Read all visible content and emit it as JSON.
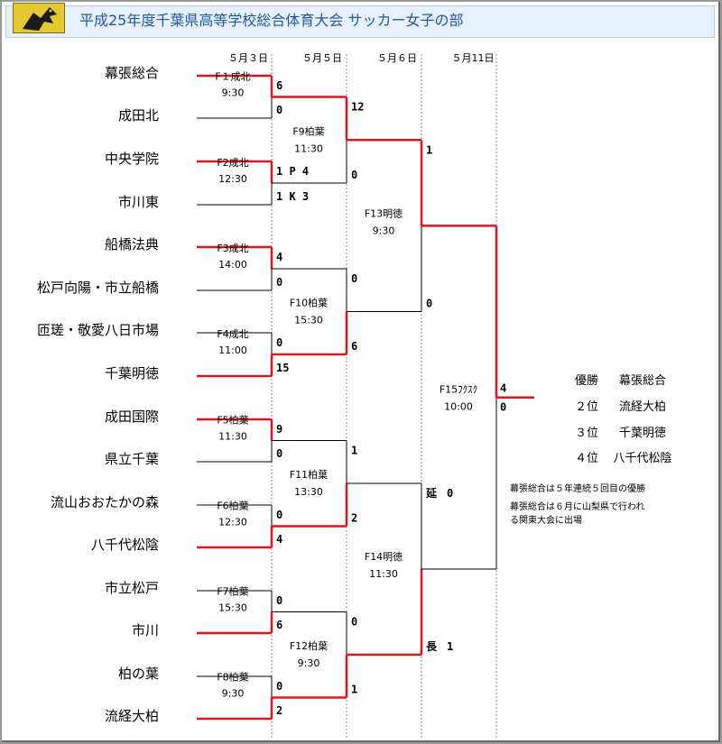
{
  "page": {
    "title": "平成25年度千葉県高等学校総合体育大会 サッカー女子の部"
  },
  "colors": {
    "winner_line": "#e0141b",
    "line": "#000000",
    "header_bg": "#e6f1fb",
    "title": "#2457a6",
    "logo_bg": "#e3c92f"
  },
  "icons": {
    "logo": "bird-logo-icon"
  },
  "dates": [
    "５月３日",
    "５月５日",
    "５月６日",
    "５月11日"
  ],
  "teams": [
    "幕張総合",
    "成田北",
    "中央学院",
    "市川東",
    "船橋法典",
    "松戸向陽・市立船橋",
    "匝瑳・敬愛八日市場",
    "千葉明徳",
    "成田国際",
    "県立千葉",
    "流山おおたかの森",
    "八千代松陰",
    "市立松戸",
    "市川",
    "柏の葉",
    "流経大柏"
  ],
  "round1": [
    {
      "label": "F１成北",
      "time": "9:30",
      "top_score": "6",
      "bottom_score": "0",
      "winner": "top"
    },
    {
      "label": "F2成北",
      "time": "12:30",
      "top_score": "1 P 4",
      "bottom_score": "1 K 3",
      "winner": "top"
    },
    {
      "label": "F3成北",
      "time": "14:00",
      "top_score": "4",
      "bottom_score": "0",
      "winner": "top"
    },
    {
      "label": "F4成北",
      "time": "11:00",
      "top_score": "0",
      "bottom_score": "15",
      "winner": "bottom"
    },
    {
      "label": "F5柏葉",
      "time": "11:30",
      "top_score": "9",
      "bottom_score": "0",
      "winner": "top"
    },
    {
      "label": "F6柏葉",
      "time": "12:30",
      "top_score": "0",
      "bottom_score": "4",
      "winner": "bottom"
    },
    {
      "label": "F7柏葉",
      "time": "15:30",
      "top_score": "0",
      "bottom_score": "6",
      "winner": "bottom"
    },
    {
      "label": "F8柏葉",
      "time": "9:30",
      "top_score": "0",
      "bottom_score": "2",
      "winner": "bottom"
    }
  ],
  "round2": [
    {
      "label": "F9柏葉",
      "time": "11:30",
      "top_score": "12",
      "bottom_score": "0",
      "winner": "top"
    },
    {
      "label": "F10柏葉",
      "time": "15:30",
      "top_score": "0",
      "bottom_score": "6",
      "winner": "bottom"
    },
    {
      "label": "F11柏葉",
      "time": "13:30",
      "top_score": "1",
      "bottom_score": "2",
      "winner": "bottom"
    },
    {
      "label": "F12柏葉",
      "time": "9:30",
      "top_score": "0",
      "bottom_score": "1",
      "winner": "bottom"
    }
  ],
  "round3": [
    {
      "label": "F13明徳",
      "time": "9:30",
      "top_score": "1",
      "bottom_score": "0",
      "winner": "top"
    },
    {
      "label": "F14明徳",
      "time": "11:30",
      "top_score": "0",
      "bottom_score": "1",
      "winner": "bottom",
      "extra_top": "延",
      "extra_bottom": "長"
    }
  ],
  "final": {
    "label": "F15ﾌｸｽｸ",
    "time": "10:00",
    "top_score": "4",
    "bottom_score": "0",
    "winner": "top"
  },
  "results": [
    {
      "rank": "優勝",
      "team": "幕張総合"
    },
    {
      "rank": "２位",
      "team": "流経大柏"
    },
    {
      "rank": "３位",
      "team": "千葉明徳"
    },
    {
      "rank": "４位",
      "team": "八千代松陰"
    }
  ],
  "notes": [
    "幕張総合は５年連続５回目の優勝",
    "幕張総合は６月に山梨県で行われ",
    "る関東大会に出場"
  ]
}
